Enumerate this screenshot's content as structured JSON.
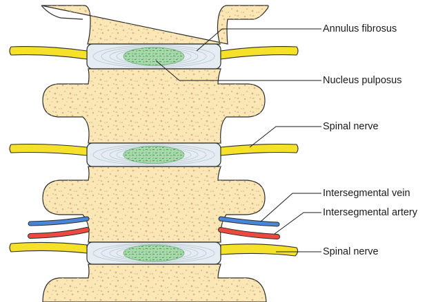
{
  "labels": {
    "annulus_fibrosus": "Annulus fibrosus",
    "nucleus_pulposus": "Nucleus pulposus",
    "spinal_nerve_upper": "Spinal nerve",
    "intersegmental_vein": "Intersegmental vein",
    "intersegmental_artery": "Intersegmental artery",
    "spinal_nerve_lower": "Spinal nerve"
  },
  "colors": {
    "bone_fill": "#fbe6b6",
    "bone_outline": "#2a2a2a",
    "bone_pores": "#d9b98a",
    "disc_fill": "#e4ecf1",
    "disc_rings": "#b9c9d2",
    "nucleus_fill": "#9fd4a3",
    "nucleus_speckle": "#3d9b52",
    "nerve": "#f5e12a",
    "vein": "#3f7fd6",
    "artery": "#e8453c",
    "leader": "#1a1a1a"
  }
}
